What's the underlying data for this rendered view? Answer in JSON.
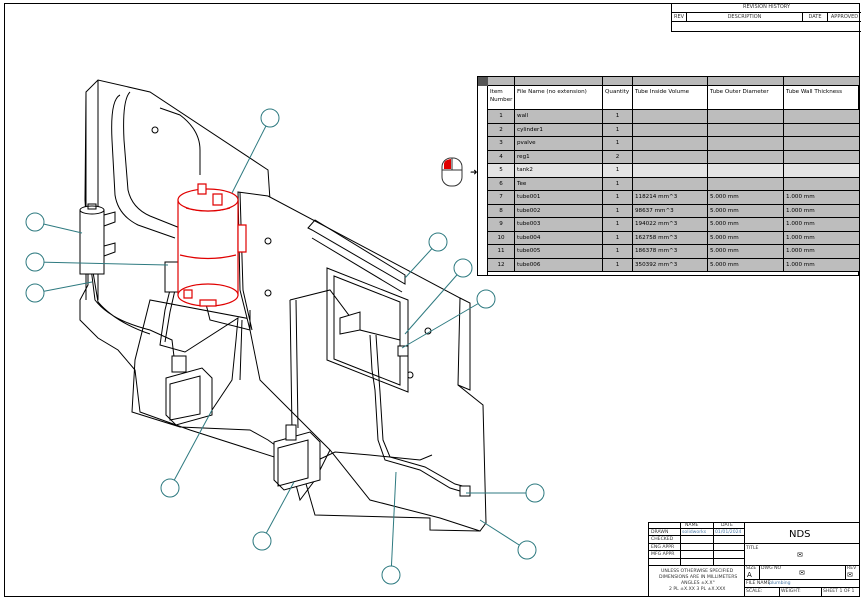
{
  "revision_history": {
    "title": "REVISION HISTORY",
    "columns": [
      "REV",
      "DESCRIPTION",
      "DATE",
      "APPROVED"
    ]
  },
  "bom": {
    "headers": [
      "Item Number",
      "File Name (no extension)",
      "Quantity",
      "Tube Inside Volume",
      "Tube Outer Diameter",
      "Tube Wall Thickness"
    ],
    "rows": [
      {
        "item": "1",
        "name": "wall",
        "qty": "1",
        "volume": "",
        "diameter": "",
        "thickness": ""
      },
      {
        "item": "2",
        "name": "cylinder1",
        "qty": "1",
        "volume": "",
        "diameter": "",
        "thickness": ""
      },
      {
        "item": "3",
        "name": "pvalve",
        "qty": "1",
        "volume": "",
        "diameter": "",
        "thickness": ""
      },
      {
        "item": "4",
        "name": "reg1",
        "qty": "2",
        "volume": "",
        "diameter": "",
        "thickness": ""
      },
      {
        "item": "5",
        "name": "tank2",
        "qty": "1",
        "volume": "",
        "diameter": "",
        "thickness": ""
      },
      {
        "item": "6",
        "name": "Tee",
        "qty": "1",
        "volume": "",
        "diameter": "",
        "thickness": ""
      },
      {
        "item": "7",
        "name": "tube001",
        "qty": "1",
        "volume": "118214 mm^3",
        "diameter": "5.000 mm",
        "thickness": "1.000 mm"
      },
      {
        "item": "8",
        "name": "tube002",
        "qty": "1",
        "volume": "98637 mm^3",
        "diameter": "5.000 mm",
        "thickness": "1.000 mm"
      },
      {
        "item": "9",
        "name": "tube003",
        "qty": "1",
        "volume": "194022 mm^3",
        "diameter": "5.000 mm",
        "thickness": "1.000 mm"
      },
      {
        "item": "10",
        "name": "tube004",
        "qty": "1",
        "volume": "162758 mm^3",
        "diameter": "5.000 mm",
        "thickness": "1.000 mm"
      },
      {
        "item": "11",
        "name": "tube005",
        "qty": "1",
        "volume": "186378 mm^3",
        "diameter": "5.000 mm",
        "thickness": "1.000 mm"
      },
      {
        "item": "12",
        "name": "tube006",
        "qty": "1",
        "volume": "350392 mm^3",
        "diameter": "5.000 mm",
        "thickness": "1.000 mm"
      }
    ],
    "selected_row": 4
  },
  "title_block": {
    "name_col": "NAME",
    "date_col": "DATE",
    "labels": {
      "drawn": "DRAWN",
      "checked": "CHECKED",
      "eng_appr": "ENG APPR",
      "mfg_appr": "MFG APPR",
      "size": "SIZE",
      "dwg_no": "DWG NO",
      "rev": "REV",
      "file_name": "FILE NAME:",
      "scale": "SCALE:",
      "weight": "WEIGHT:",
      "sheet": "SHEET 1 OF 1"
    },
    "drawn_by": "solidworks",
    "drawn_date": "01/01/2024",
    "company": "NDS",
    "title_label": "TITLE",
    "size_value": "A",
    "file_name_value": "plumbing",
    "tolerance_note": [
      "UNLESS OTHERWISE SPECIFIED",
      "DIMENSIONS ARE IN MILLIMETERS",
      "ANGLES ±X.X°",
      "2 PL ±X.XX  3 PL ±X.XXX"
    ]
  },
  "colors": {
    "balloon": "#2e7a80",
    "selected": "#e00000",
    "table_shade": "#bdbdbd",
    "table_selected": "#e4e4e4"
  }
}
